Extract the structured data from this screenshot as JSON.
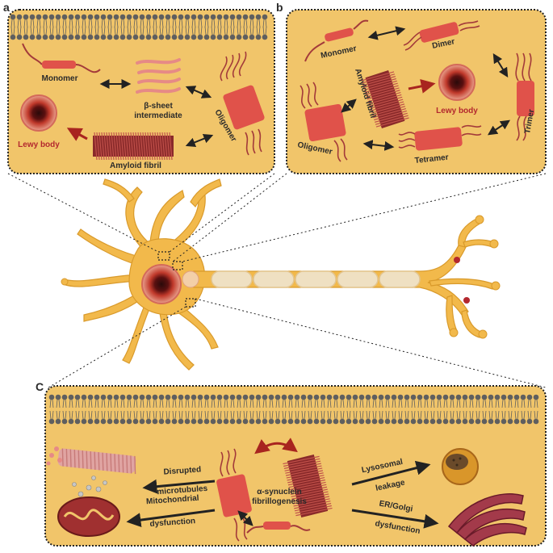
{
  "panels": {
    "a": {
      "letter": "a",
      "monomer": "Monomer",
      "beta_sheet_line1": "β-sheet",
      "beta_sheet_line2": "intermediate",
      "oligomer": "Oligomer",
      "lewy_body": "Lewy body",
      "amyloid_fibril": "Amyloid fibril"
    },
    "b": {
      "letter": "b",
      "monomer": "Monomer",
      "dimer": "Dimer",
      "trimer": "Trimer",
      "tetramer": "Tetramer",
      "oligomer": "Oligomer",
      "amyloid_fibril": "Amyloid fibril",
      "lewy_body": "Lewy body"
    },
    "c": {
      "letter": "C",
      "disrupted_line1": "Disrupted",
      "disrupted_line2": "microtubules",
      "mito_line1": "Mitochondrial",
      "mito_line2": "dysfunction",
      "center_line1": "α-synuclein",
      "center_line2": "fibrillogenesis",
      "lyso_line1": "Lysosomal",
      "lyso_line2": "leakage",
      "er_line1": "ER/Golgi",
      "er_line2": "dysfunction"
    }
  },
  "colors": {
    "panel_bg": "#f1c56a",
    "neuron": "#f2b94b",
    "neuron_edge": "#d99a2b",
    "membrane_head": "#5f5f5f",
    "protein": "#e0524a",
    "protein_dark": "#a33a3a",
    "lewy": "#b3282e",
    "arrow_red": "#a8241f"
  }
}
